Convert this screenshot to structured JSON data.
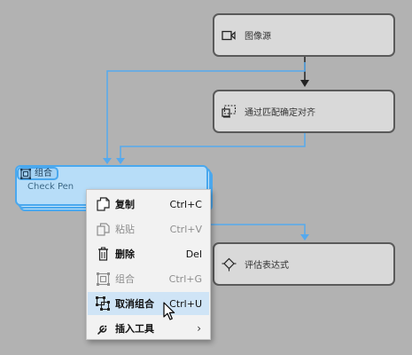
{
  "nodes": {
    "image_source": {
      "label": "图像源",
      "icon": "video-camera-icon"
    },
    "align": {
      "label": "通过匹配确定对齐",
      "icon": "align-frame-icon"
    },
    "expression": {
      "label": "评估表达式",
      "icon": "expression-diamond-icon"
    }
  },
  "group": {
    "title": "组合",
    "subtitle": "Check Pen",
    "icon": "group-frame-icon"
  },
  "menu": {
    "items": [
      {
        "label": "复制",
        "shortcut": "Ctrl+C",
        "icon": "copy-icon",
        "enabled": true
      },
      {
        "label": "粘贴",
        "shortcut": "Ctrl+V",
        "icon": "paste-icon",
        "enabled": false
      },
      {
        "label": "删除",
        "shortcut": "Del",
        "icon": "trash-icon",
        "enabled": true
      },
      {
        "label": "组合",
        "shortcut": "Ctrl+G",
        "icon": "group-icon",
        "enabled": false
      },
      {
        "label": "取消组合",
        "shortcut": "Ctrl+U",
        "icon": "ungroup-icon",
        "enabled": true,
        "hovered": true
      },
      {
        "label": "插入工具",
        "shortcut": "",
        "icon": "wrench-icon",
        "enabled": true,
        "submenu": true
      }
    ]
  },
  "colors": {
    "canvas": "#b2b2b2",
    "node_fill": "#d9d9d9",
    "node_border": "#5a5a5a",
    "wire_blue": "#55a9ee",
    "wire_dark": "#222222",
    "group_fill": "#b7ddf8",
    "menu_hover": "#cfe4f6"
  }
}
